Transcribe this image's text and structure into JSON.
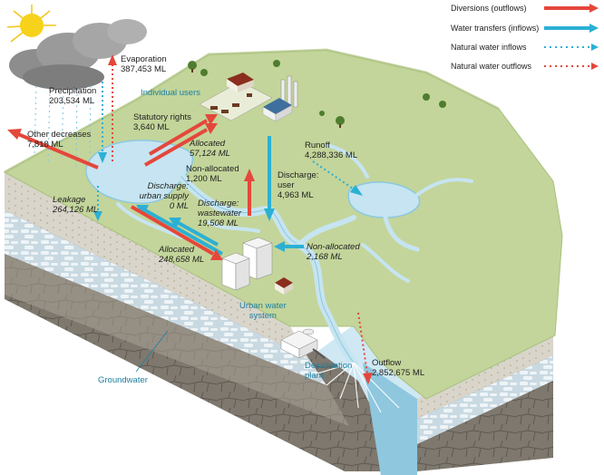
{
  "legend": [
    {
      "label": "Diversions (outflows)",
      "color": "#e4473b",
      "style": "solid"
    },
    {
      "label": "Water transfers (inflows)",
      "color": "#2bb0d4",
      "style": "solid"
    },
    {
      "label": "Natural water inflows",
      "color": "#2bb0d4",
      "style": "dotted"
    },
    {
      "label": "Natural water outflows",
      "color": "#e4473b",
      "style": "dotted"
    }
  ],
  "labels": {
    "evaporation_title": "Evaporation",
    "evaporation_value": "387,453 ML",
    "precipitation_title": "Precipitation",
    "precipitation_value": "203,534 ML",
    "other_decreases_title": "Other decreases",
    "other_decreases_value": "7,818 ML",
    "individual_users": "Individual users",
    "statutory_title": "Statutory rights",
    "statutory_value": "3,640 ML",
    "allocated_top_title": "Allocated",
    "allocated_top_value": "57,124 ML",
    "nonalloc_top_title": "Non-allocated",
    "nonalloc_top_value": "1,200 ML",
    "runoff_title": "Runoff",
    "runoff_value": "4,288,336 ML",
    "discharge_user_line1": "Discharge:",
    "discharge_user_line2": "user",
    "discharge_user_value": "4,963 ML",
    "discharge_urban_line1": "Discharge:",
    "discharge_urban_line2": "urban supply",
    "discharge_urban_value": "0 ML",
    "discharge_ww_line1": "Discharge:",
    "discharge_ww_line2": "wastewater",
    "discharge_ww_value": "19,508 ML",
    "leakage_title": "Leakage",
    "leakage_value": "264,126 ML",
    "nonalloc_bottom_title": "Non-allocated",
    "nonalloc_bottom_value": "2,168 ML",
    "allocated_bottom_title": "Allocated",
    "allocated_bottom_value": "248,658 ML",
    "urban_line1": "Urban water",
    "urban_line2": "system",
    "desal_line1": "Desalination",
    "desal_line2": "plant",
    "outflow_title": "Outflow",
    "outflow_value": "2,852,675 ML",
    "groundwater": "Groundwater"
  },
  "colors": {
    "grass": "#c3d59a",
    "grass_dark": "#a9c07e",
    "water": "#c6e4f1",
    "water_edge": "#8cc8e0",
    "soil": "#d6d2c6",
    "rock": "#8c877d",
    "aquifer": "#cfe3ee",
    "diversion": "#e4473b",
    "transfer": "#2bb0d4"
  }
}
